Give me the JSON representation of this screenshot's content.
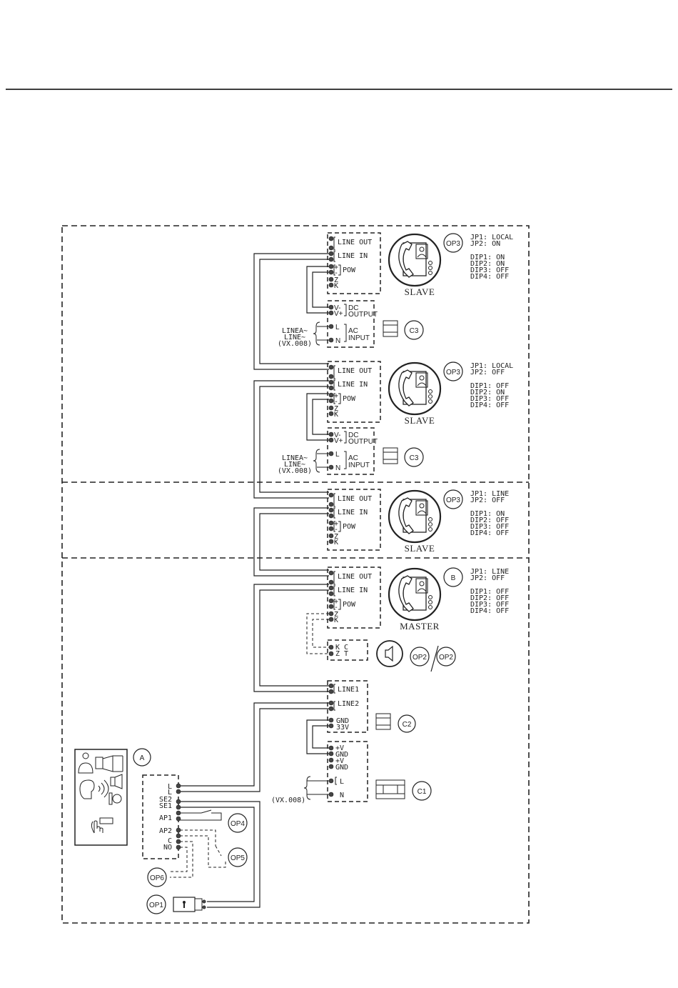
{
  "monitors": [
    {
      "role": "SLAVE",
      "tag": "OP3",
      "jp": [
        "JP1: LOCAL",
        "JP2: ON"
      ],
      "dip": [
        "DIP1: ON",
        "DIP2: ON",
        "DIP3: OFF",
        "DIP4: OFF"
      ]
    },
    {
      "role": "SLAVE",
      "tag": "OP3",
      "jp": [
        "JP1: LOCAL",
        "JP2: OFF"
      ],
      "dip": [
        "DIP1: OFF",
        "DIP2: ON",
        "DIP3: OFF",
        "DIP4: OFF"
      ]
    },
    {
      "role": "SLAVE",
      "tag": "OP3",
      "jp": [
        "JP1: LINE",
        "JP2: OFF"
      ],
      "dip": [
        "DIP1: ON",
        "DIP2: OFF",
        "DIP3: OFF",
        "DIP4: OFF"
      ]
    },
    {
      "role": "MASTER",
      "tag": "B",
      "jp": [
        "JP1: LINE",
        "JP2: OFF"
      ],
      "dip": [
        "DIP1: OFF",
        "DIP2: OFF",
        "DIP3: OFF",
        "DIP4: OFF"
      ]
    }
  ],
  "terminals": {
    "line_out": "LINE OUT",
    "line_in": "LINE IN",
    "pow": "POW",
    "plus": "+",
    "minus": "-",
    "z": "Z",
    "k": "K"
  },
  "psu": {
    "v_minus": "V-",
    "v_plus": "V+",
    "dc": "DC",
    "output": "OUTPUT",
    "l": "L",
    "n": "N",
    "ac": "AC",
    "input": "INPUT",
    "mains": [
      "LINEA~",
      "LINE~",
      "(VX.008)"
    ],
    "tag": "C3"
  },
  "chime": {
    "k": "K",
    "z": "Z",
    "c": "C",
    "t": "T",
    "tag1": "OP2",
    "tag2": "OP2"
  },
  "distributor": {
    "line1": "LINE1",
    "line2": "LINE2",
    "gnd": "GND",
    "v33": "33V",
    "tag": "C2"
  },
  "main_psu": {
    "v1": "+V",
    "g1": "GND",
    "v2": "+V",
    "g2": "GND",
    "l": "L",
    "n": "N",
    "mains": "(VX.008)",
    "tag": "C1"
  },
  "door_panel": {
    "tag": "A",
    "terminals": [
      "L",
      "L",
      "SE2",
      "SE1",
      "AP1",
      "AP2",
      "C",
      "NO"
    ],
    "options": [
      "OP4",
      "OP5",
      "OP6",
      "OP1"
    ]
  }
}
